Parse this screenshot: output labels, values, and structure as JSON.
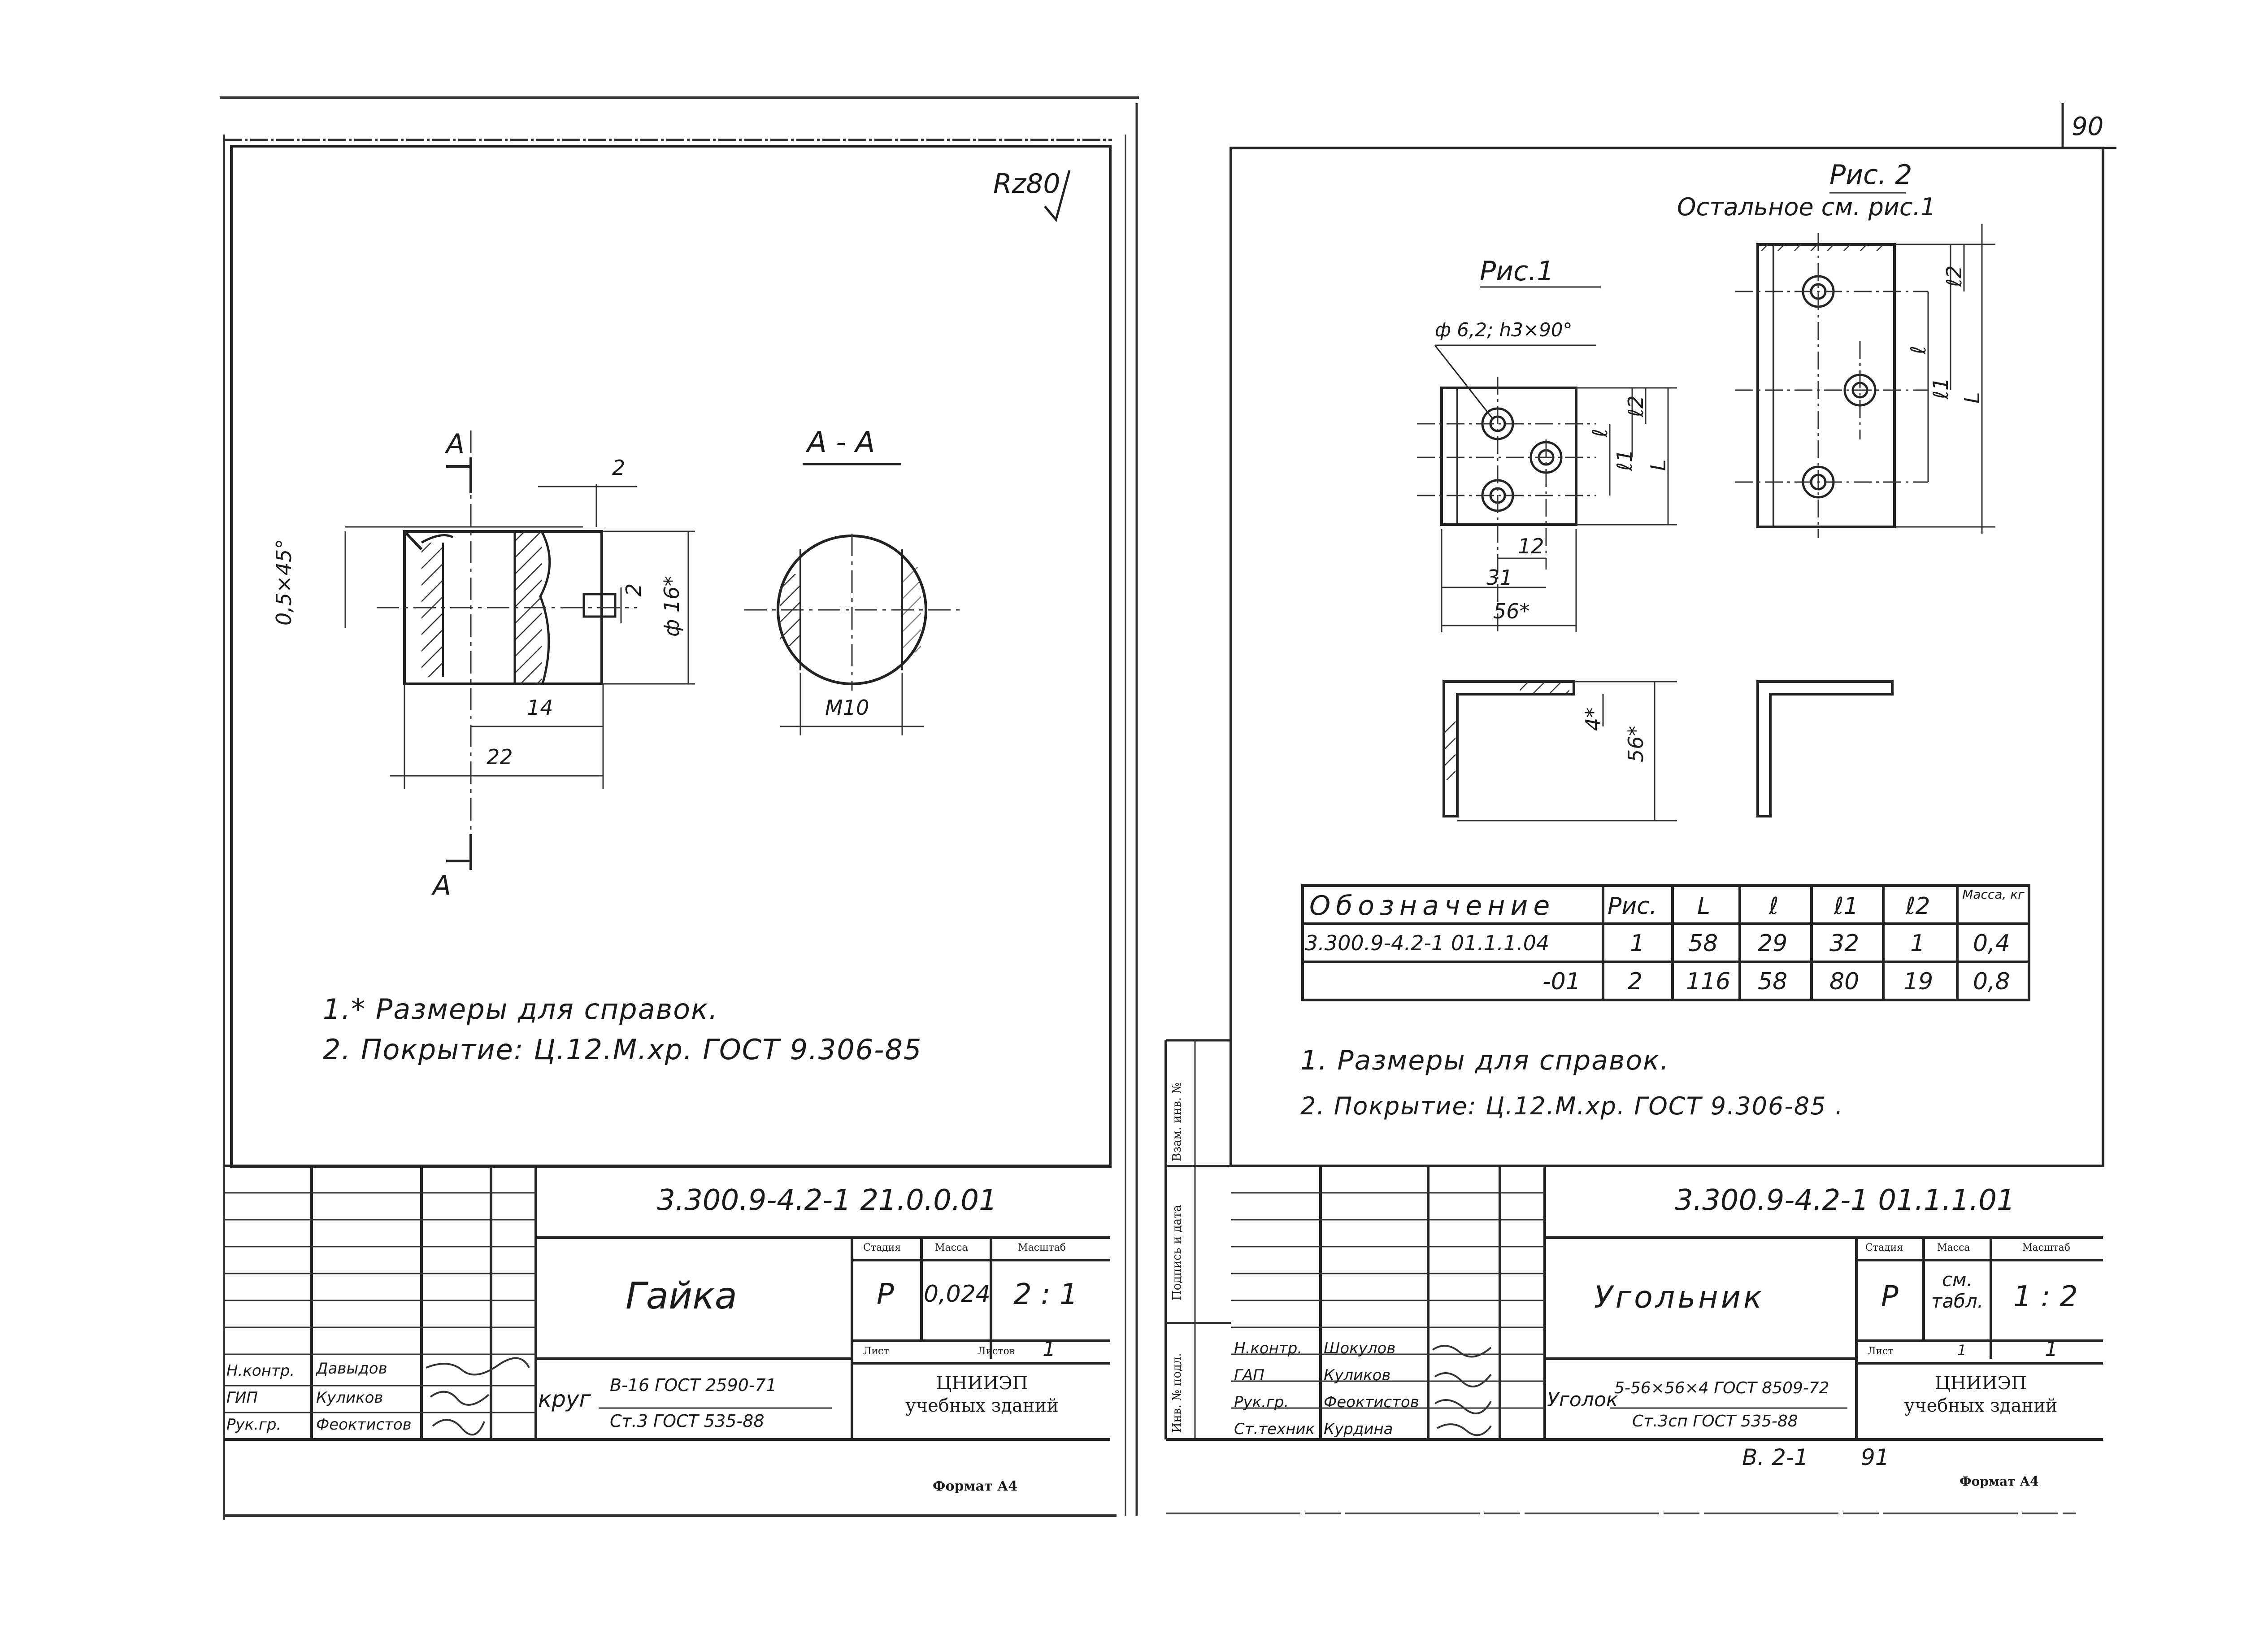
{
  "sheet_number": "90",
  "bottom_ref": "В. 2-1",
  "bottom_page": "91",
  "left_sheet": {
    "roughness": "Rz80",
    "section_marker": "А",
    "section_label": "А - А",
    "dims": {
      "chamfer": "0,5×45°",
      "slot_width": "2",
      "slot_depth": "2",
      "diameter": "ф 16*",
      "inner_len": "14",
      "total_len": "22",
      "thread": "M10"
    },
    "notes": [
      "1.* Размеры для справок.",
      "2. Покрытие: Ц.12.М.хр. ГОСТ 9.306-85"
    ],
    "title_block": {
      "doc_code": "3.300.9-4.2-1 21.0.0.01",
      "part_name": "Гайка",
      "hdr_stage": "Стадия",
      "hdr_mass": "Масса",
      "hdr_scale": "Масштаб",
      "stage": "Р",
      "mass": "0,024",
      "scale": "2 : 1",
      "sheet_label": "Лист",
      "sheets_label": "Листов",
      "sheets_value": "1",
      "org_line1": "ЦНИИЭП",
      "org_line2": "учебных зданий",
      "material_prefix": "круг",
      "material_top": "В-16 ГОСТ 2590-71",
      "material_bottom": "Ст.3 ГОСТ 535-88",
      "roles": [
        "Н.контр.",
        "ГИП",
        "Рук.гр."
      ],
      "persons": [
        "Давыдов",
        "Куликов",
        "Феоктистов"
      ],
      "format": "Формат А4"
    }
  },
  "right_sheet": {
    "fig2_title": "Рис. 2",
    "fig2_sub": "Остальное см. рис.1",
    "fig1_title": "Рис.1",
    "hole_spec": "ф 6,2; h3×90°",
    "dims": {
      "d12": "12",
      "d31": "31",
      "d56": "56*",
      "t4": "4*",
      "h56": "56*",
      "l": "ℓ",
      "l1": "ℓ1",
      "l2": "ℓ2",
      "L": "L"
    },
    "table": {
      "headers": [
        "Обозначение",
        "Рис.",
        "L",
        "ℓ",
        "ℓ1",
        "ℓ2",
        "Масса, кг"
      ],
      "rows": [
        [
          "3.300.9-4.2-1 01.1.1.04",
          "1",
          "58",
          "29",
          "32",
          "1",
          "0,4"
        ],
        [
          "-01",
          "2",
          "116",
          "58",
          "80",
          "19",
          "0,8"
        ]
      ]
    },
    "notes": [
      "1. Размеры для справок.",
      "2. Покрытие: Ц.12.М.хр. ГОСТ 9.306-85 ."
    ],
    "side_labels": [
      "Взам. инв. №",
      "Подпись и дата",
      "Инв. № подл."
    ],
    "title_block": {
      "doc_code": "3.300.9-4.2-1 01.1.1.01",
      "part_name": "Угольник",
      "hdr_stage": "Стадия",
      "hdr_mass": "Масса",
      "hdr_scale": "Масштаб",
      "stage": "Р",
      "mass": "см. табл.",
      "scale": "1 : 2",
      "sheet_label": "Лист",
      "sheet_value": "1",
      "sheets_value": "1",
      "org_line1": "ЦНИИЭП",
      "org_line2": "учебных зданий",
      "material_prefix": "Уголок",
      "material_top": "5-56×56×4 ГОСТ 8509-72",
      "material_bottom": "Ст.3сп ГОСТ 535-88",
      "roles": [
        "Н.контр.",
        "ГАП",
        "Рук.гр.",
        "Ст.техник"
      ],
      "persons": [
        "Шокулов",
        "Куликов",
        "Феоктистов",
        "Курдина"
      ],
      "format": "Формат А4"
    }
  }
}
